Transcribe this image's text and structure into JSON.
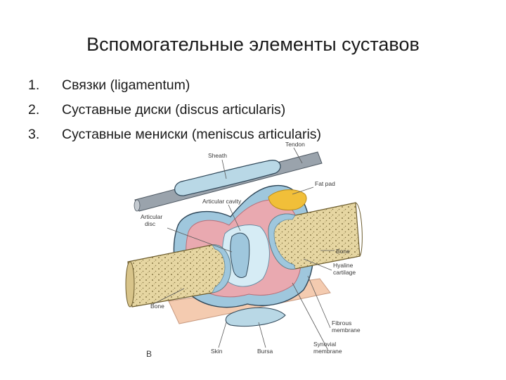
{
  "slide": {
    "title": "Вспомогательные элементы суставов",
    "items": [
      {
        "num": "1.",
        "text": "Связки (ligamentum)"
      },
      {
        "num": "2.",
        "text": "Суставные диски (discus articularis)"
      },
      {
        "num": "3.",
        "text": "Суставные мениски (meniscus articularis)"
      }
    ]
  },
  "diagram": {
    "panel_letter": "B",
    "labels": {
      "tendon": "Tendon",
      "sheath": "Sheath",
      "fat_pad": "Fat pad",
      "articular_cavity": "Articular cavity",
      "articular_disc_1": "Articular",
      "articular_disc_2": "disc",
      "bone_right": "Bone",
      "hyaline_1": "Hyaline",
      "hyaline_2": "cartilage",
      "bone_left": "Bone",
      "fibrous_1": "Fibrous",
      "fibrous_2": "membrane",
      "synovial_1": "Synovial",
      "synovial_2": "membrane",
      "skin": "Skin",
      "bursa": "Bursa"
    },
    "colors": {
      "bone": "#e6d6a2",
      "bone_spots": "#8a7a48",
      "cartilage": "#9fc7dd",
      "cavity": "#d6ecf5",
      "synovial": "#e9a9b0",
      "fat": "#f1bf39",
      "skin": "#f4cbb0",
      "outline": "#2e4658"
    }
  }
}
